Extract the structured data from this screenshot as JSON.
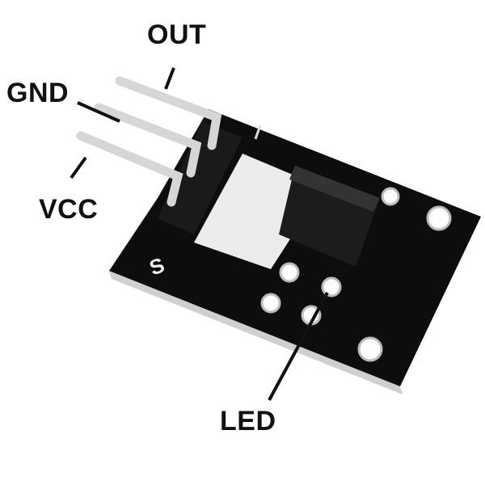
{
  "labels": {
    "out": "OUT",
    "gnd": "GND",
    "vcc": "VCC",
    "led": "LED"
  },
  "board": {
    "silkscreen": "S"
  },
  "colors": {
    "board": "#0d0d0d",
    "pin": "#d9d9d9",
    "window": "#ededed",
    "label": "#111111"
  }
}
